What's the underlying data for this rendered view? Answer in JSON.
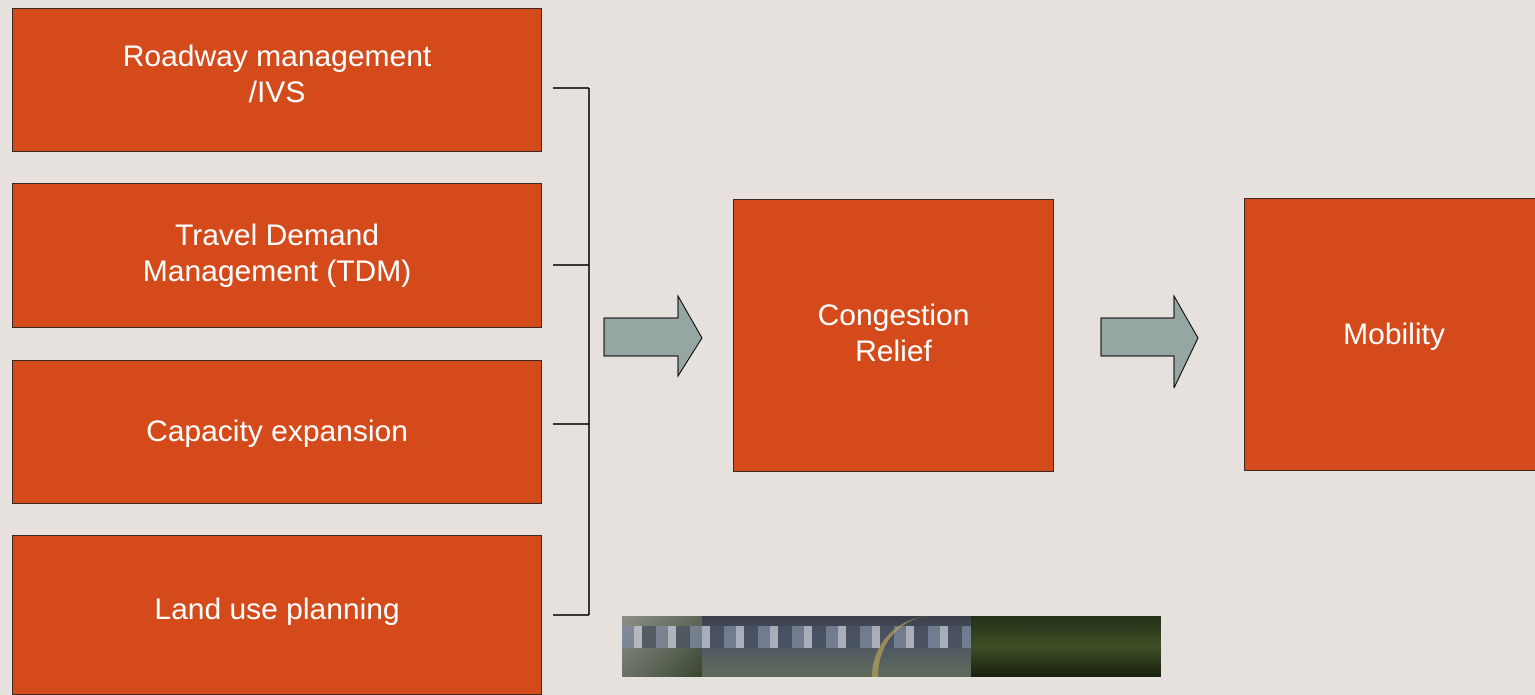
{
  "diagram": {
    "inputs": [
      {
        "label_line1": "Roadway management",
        "label_line2": "/IVS"
      },
      {
        "label_line1": "Travel Demand",
        "label_line2": "Management (TDM)"
      },
      {
        "label_line1": "Capacity expansion",
        "label_line2": ""
      },
      {
        "label_line1": "Land use planning",
        "label_line2": ""
      }
    ],
    "middle": {
      "label_line1": "Congestion",
      "label_line2": "Relief"
    },
    "output": {
      "label_line1": "Mobility",
      "label_line2": ""
    }
  },
  "colors": {
    "background": "#e6e1dd",
    "box_fill": "#d44a1a",
    "box_text": "#ffffff",
    "arrow_fill": "#95a6a3",
    "line": "#000000"
  },
  "photo": {
    "description_visible": false
  }
}
